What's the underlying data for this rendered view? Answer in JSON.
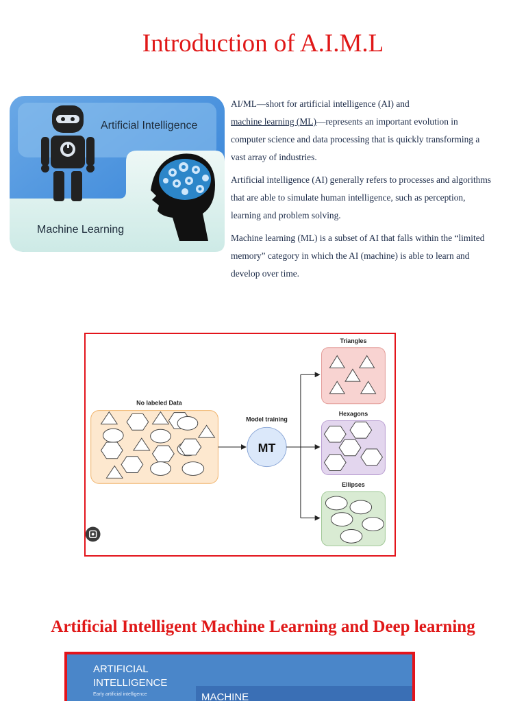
{
  "page": {
    "title": "Introduction of A.I.M.L",
    "subtitle": "Artificial Intelligent Machine Learning and Deep learning"
  },
  "hero": {
    "ai_label": "Artificial Intelligence",
    "ml_label": "Machine Learning"
  },
  "intro": {
    "p1_start": "AI/ML—short for artificial intelligence (AI) and",
    "p1_link": "machine learning (ML)",
    "p1_end": "—represents an important evolution in computer science and data processing that is quickly transforming a vast array of industries.",
    "p2": "Artificial intelligence (AI) generally refers to processes and algorithms that are able to simulate human intelligence, such as perception, learning and problem solving.",
    "p3": "Machine learning (ML) is a subset of AI that falls within the “limited memory” category in which the AI (machine) is able to learn and develop over time."
  },
  "diagram": {
    "input_label": "No labeled Data",
    "model_label": "Model training",
    "model_abbr": "MT",
    "out1": "Triangles",
    "out2": "Hexagons",
    "out3": "Ellipses"
  },
  "bottom_image": {
    "ai_line1": "ARTIFICIAL",
    "ai_line2": "INTELLIGENCE",
    "ai_sub": "Early artificial intelligence",
    "ml": "MACHINE"
  },
  "colors": {
    "heading": "#e01818",
    "frame": "#e3141b",
    "text": "#1c2b48"
  }
}
